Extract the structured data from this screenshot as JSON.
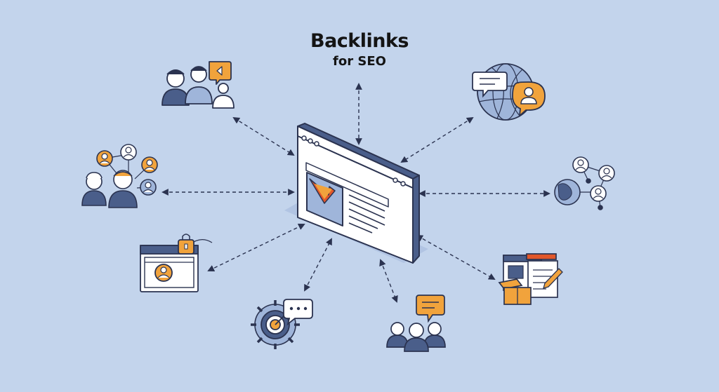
{
  "title": {
    "main": "Backlinks",
    "sub": "for SEO"
  },
  "colors": {
    "background": "#c3d4ec",
    "navy": "#4a5e8a",
    "blue": "#9fb5da",
    "orange": "#f1a33c",
    "red": "#e2572a",
    "outline": "#2b3350",
    "white": "#ffffff"
  },
  "nodes": [
    {
      "name": "team-collaboration",
      "icon": "people-group-icon"
    },
    {
      "name": "global-communication",
      "icon": "globe-chat-icon"
    },
    {
      "name": "social-network",
      "icon": "social-network-icon"
    },
    {
      "name": "connected-network",
      "icon": "globe-network-icon"
    },
    {
      "name": "secure-profile",
      "icon": "secure-profile-icon"
    },
    {
      "name": "content-publishing",
      "icon": "documents-box-icon"
    },
    {
      "name": "target-discussion",
      "icon": "gear-target-icon"
    },
    {
      "name": "community-feedback",
      "icon": "community-chat-icon"
    }
  ]
}
